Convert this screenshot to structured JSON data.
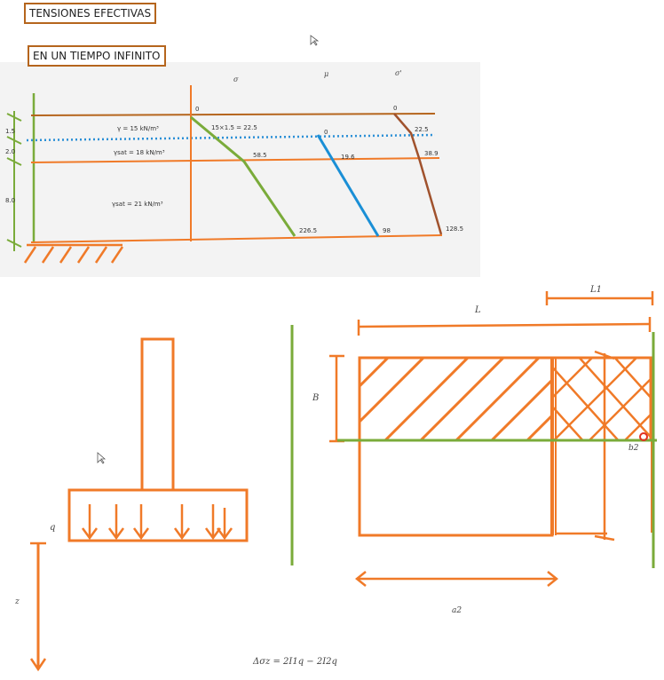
{
  "titles": {
    "main": "TENSIONES EFECTIVAS",
    "sub": "EN UN TIEMPO INFINITO"
  },
  "soil_profile": {
    "column_headers": [
      "σ",
      "μ",
      "σ'"
    ],
    "layer_thicknesses": [
      "1.5",
      "2.0",
      "8.0"
    ],
    "unit_weights": {
      "gamma1": "γ = 15 kN/m³",
      "gamma2": "γsat = 18 kN/m³",
      "gamma3": "γsat = 21 kN/m³"
    },
    "total_stress": [
      "0",
      "15×1.5 = 22.5",
      "58.5",
      "226.5"
    ],
    "pore_pressure": [
      "0",
      "19.6",
      "98"
    ],
    "effective_stress": [
      "0",
      "22.5",
      "38.9",
      "128.5"
    ]
  },
  "footing_diagram": {
    "load_label": "q",
    "depth_label": "z"
  },
  "rectangle_diagram": {
    "labels": {
      "L": "L",
      "L1": "L1",
      "B": "B",
      "b2": "b2",
      "a2": "a2"
    },
    "formula": "Δσz = 2I1q − 2I2q"
  },
  "colors": {
    "orange": "#f07a28",
    "brown": "#b5651d",
    "green": "#7aab3a",
    "blue": "#1a8fd6",
    "water_table": "#2a8fd6"
  }
}
